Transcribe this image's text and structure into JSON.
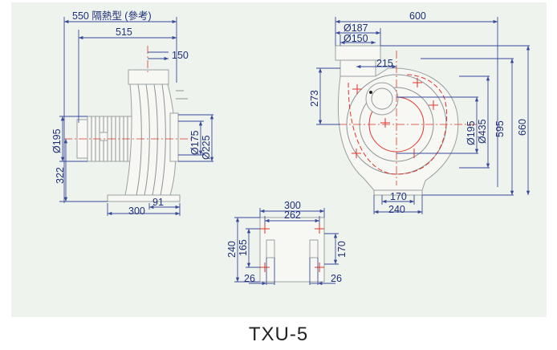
{
  "caption": "TXU-5",
  "side_view": {
    "overall_label": "550 隔熱型 (參考)",
    "width_515": "515",
    "inlet_offset_150": "150",
    "motor_dia_195": "Ø195",
    "height_322": "322",
    "inlet_dia_175": "Ø175",
    "inlet_dia_225": "Ø225",
    "base_91": "91",
    "base_300": "300"
  },
  "front_view": {
    "width_600": "600",
    "outlet_dia_187": "Ø187",
    "outlet_dia_150": "Ø150",
    "offset_215": "215",
    "height_273": "273",
    "dia_195": "Ø195",
    "dia_435": "Ø435",
    "height_595": "595",
    "height_660": "660",
    "base_170": "170",
    "base_240": "240"
  },
  "base_plan": {
    "width_300": "300",
    "width_262": "262",
    "height_240": "240",
    "height_165": "165",
    "height_170": "170",
    "slot_26_left": "26",
    "slot_26_right": "26"
  },
  "colors": {
    "dimension": "#1f2f7a",
    "centerline": "#e0342a",
    "panel": "#eef3ed"
  }
}
